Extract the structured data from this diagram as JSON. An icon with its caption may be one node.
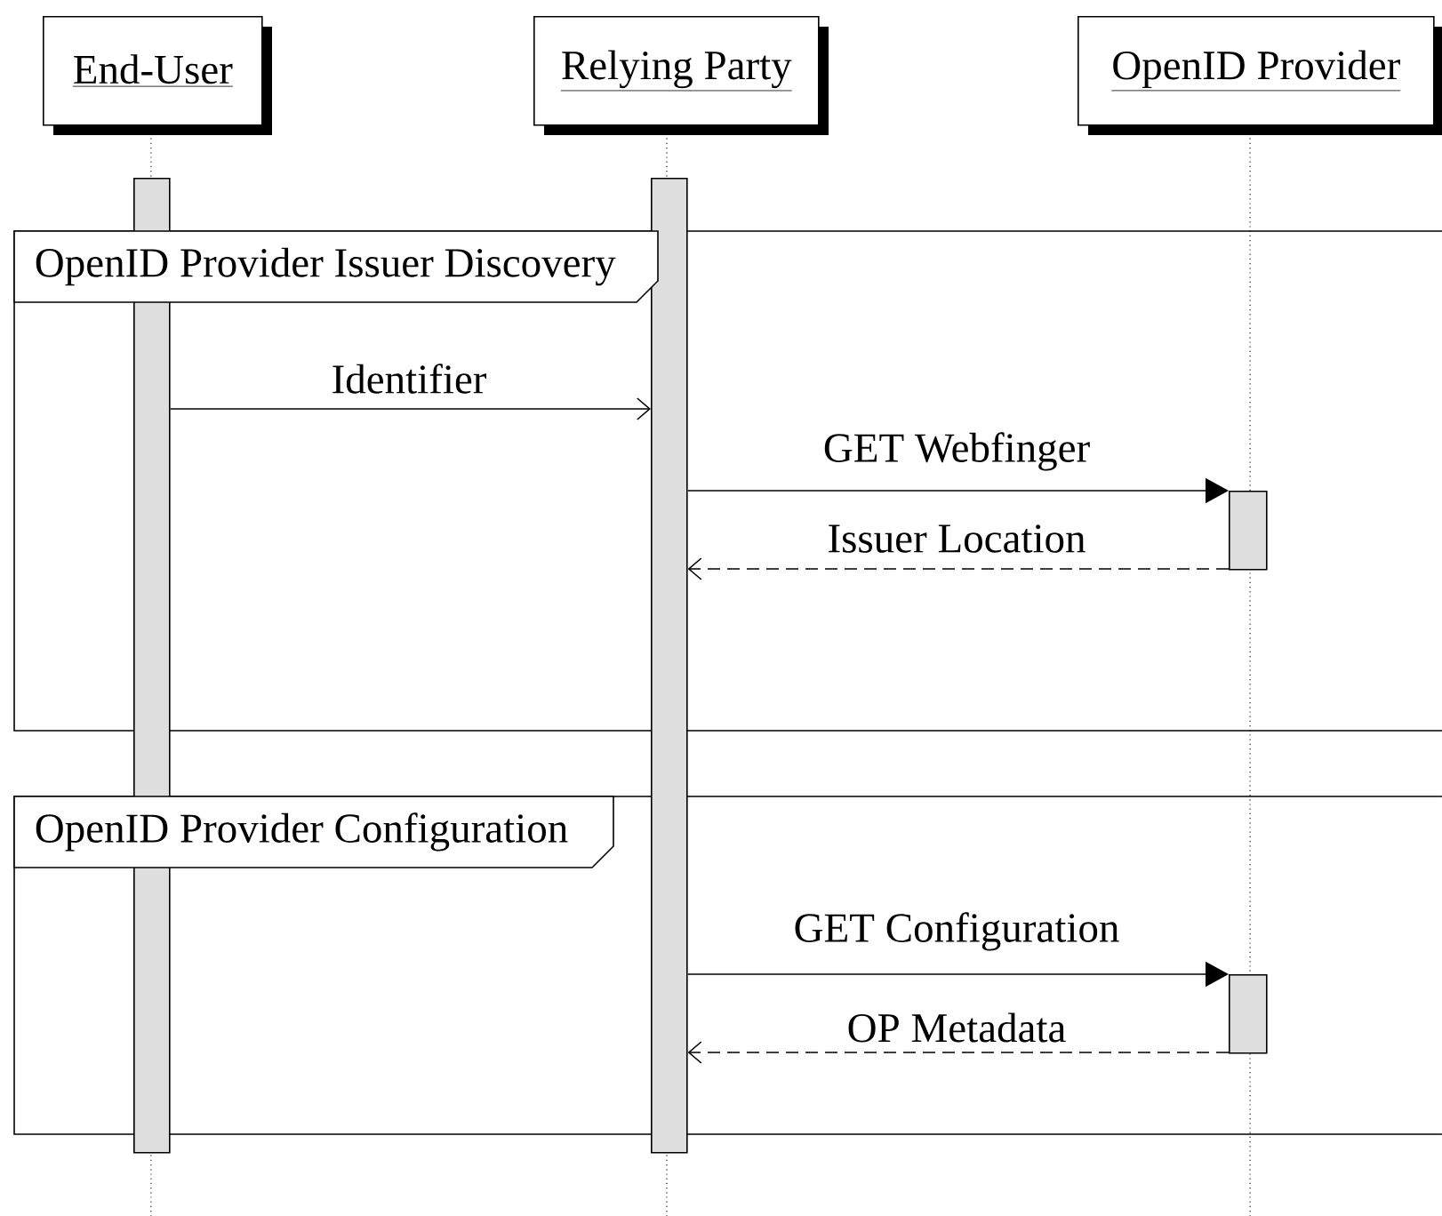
{
  "diagram": {
    "nodes": [
      {
        "text": [
          "End-User"
        ]
      },
      {
        "text": [
          "Relying Party"
        ]
      },
      {
        "text": [
          "OpenID Provider"
        ]
      },
      {
        "text": [
          "OpenID Provider Issuer Discovery"
        ]
      },
      {
        "text": [
          "OpenID Provider Configuration"
        ]
      },
      {
        "text": [],
        "shape": "bar"
      },
      {
        "text": [],
        "shape": "bar"
      },
      {
        "text": [],
        "shape": "bar"
      },
      {
        "text": [],
        "shape": "bar"
      }
    ],
    "edges": [
      {
        "from": 5,
        "to": 6,
        "arrow": "to",
        "label": "Identifier"
      },
      {
        "from": 6,
        "to": 7,
        "arrow": "to",
        "label": "GET Webfinger"
      },
      {
        "from": 7,
        "to": 6,
        "arrow": "to",
        "label": "Issuer Location",
        "style": "dashed"
      },
      {
        "from": 6,
        "to": 8,
        "arrow": "to",
        "label": "GET Configuration"
      },
      {
        "from": 8,
        "to": 6,
        "arrow": "to",
        "label": "OP Metadata",
        "style": "dashed"
      }
    ]
  }
}
